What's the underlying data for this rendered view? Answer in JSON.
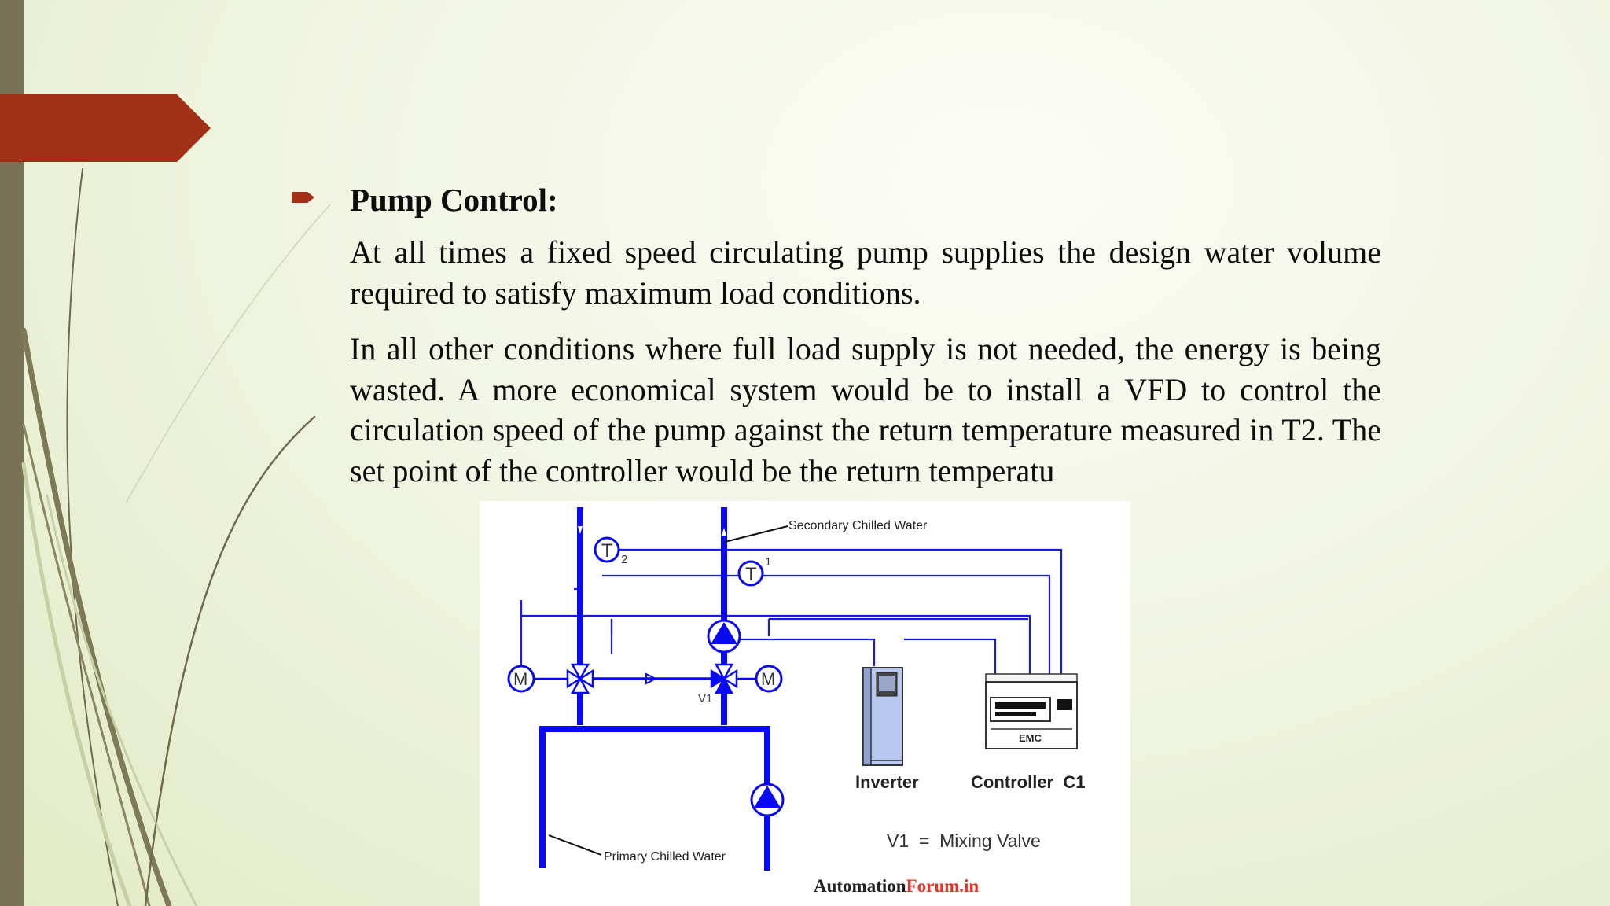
{
  "slide": {
    "heading": "Pump Control:",
    "paragraph_1": "At all times a fixed speed circulating pump supplies the design water volume required to satisfy maximum load conditions.",
    "paragraph_2": "In all other conditions where full load supply is not needed, the energy is being wasted. A more economical system would be to install a VFD to control the circulation speed of the pump against the return temperature measured in T2. The set point of the controller would be the return temperatu"
  },
  "diagram": {
    "label_secondary": "Secondary Chilled Water",
    "label_primary": "Primary Chilled Water",
    "sensor_t": "T",
    "sensor_t2_sub": "2",
    "sensor_t1_sub": "1",
    "motor": "M",
    "valve_label": "V1",
    "emc_label": "EMC",
    "inverter_label": "Inverter",
    "controller_label": "Controller  C1",
    "legend": "V1  =  Mixing Valve",
    "watermark_part1": "Automation",
    "watermark_part2": "Forum.in"
  },
  "colors": {
    "accent_tab": "#a23016",
    "pipe_blue": "#0a0af0",
    "watermark_red": "#e3342a"
  }
}
